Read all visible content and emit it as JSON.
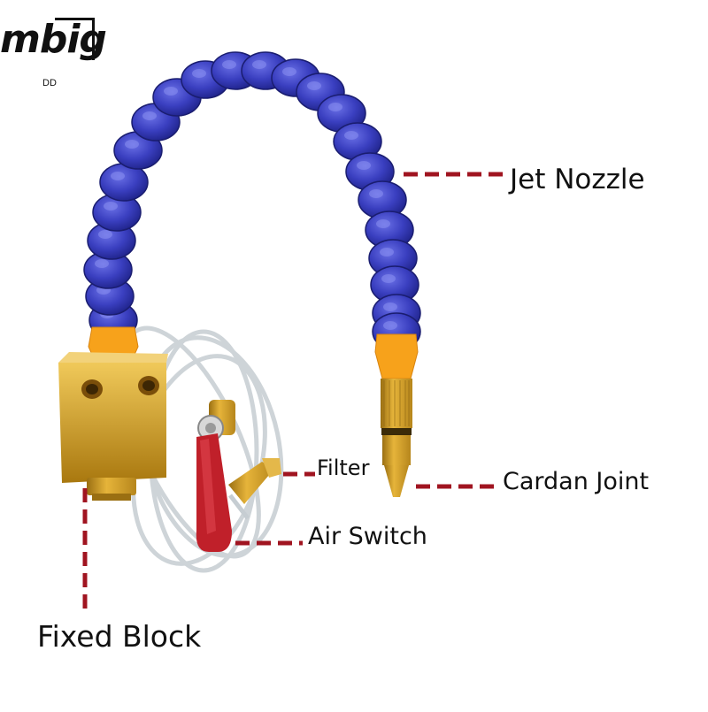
{
  "logo": {
    "text": "mbig",
    "subtext": "DD"
  },
  "labels": {
    "jet_nozzle": "Jet Nozzle",
    "cardan_joint": "Cardan Joint",
    "filter": "Filter",
    "air_switch": "Air Switch",
    "fixed_block": "Fixed Block"
  },
  "colors": {
    "hose_blue": "#3a3fc0",
    "nozzle_orange": "#f7a21b",
    "brass": "#d9a62a",
    "valve_red": "#c0202a",
    "leader_red": "#a01420",
    "tube_clear": "#cfd6da"
  }
}
